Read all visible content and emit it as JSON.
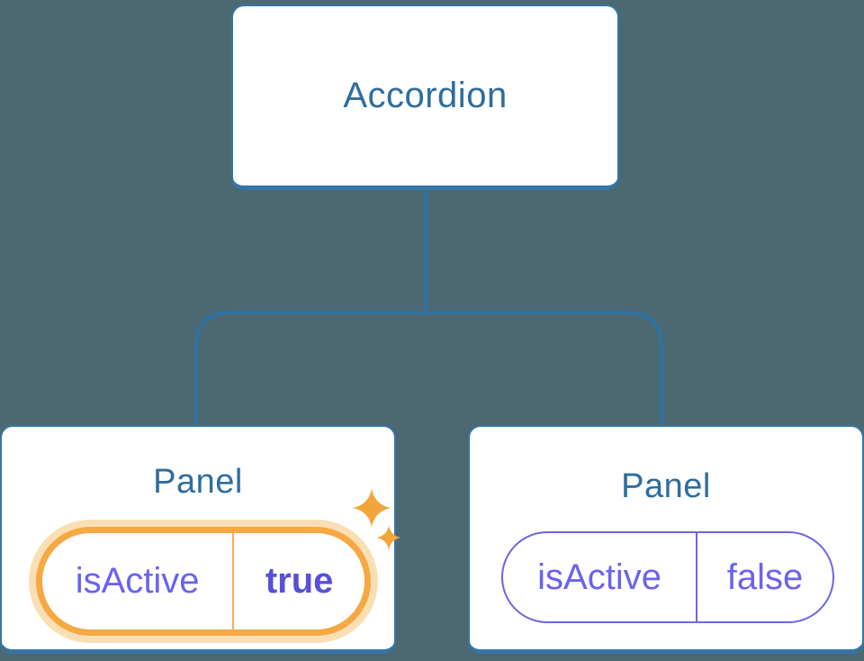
{
  "diagram": {
    "description": "Component tree diagram: an Accordion parent with two Panel children holding isActive state",
    "colors": {
      "background": "#4C6872",
      "node_border_blue": "#3576A6",
      "connector_blue": "#2F72A2",
      "heading_blue": "#2E6D9E",
      "state_purple": "#6A63EE",
      "state_purple_bold": "#5850D8",
      "highlight_orange": "#F5A843",
      "highlight_orange_glow": "#FBDFB4",
      "sparkle_orange": "#F2A53D"
    },
    "tree": {
      "root": {
        "label": "Accordion"
      },
      "children": [
        {
          "label": "Panel",
          "state": {
            "key": "isActive",
            "value": "true"
          },
          "highlighted": true,
          "sparkles": true
        },
        {
          "label": "Panel",
          "state": {
            "key": "isActive",
            "value": "false"
          },
          "highlighted": false,
          "sparkles": false
        }
      ]
    }
  }
}
